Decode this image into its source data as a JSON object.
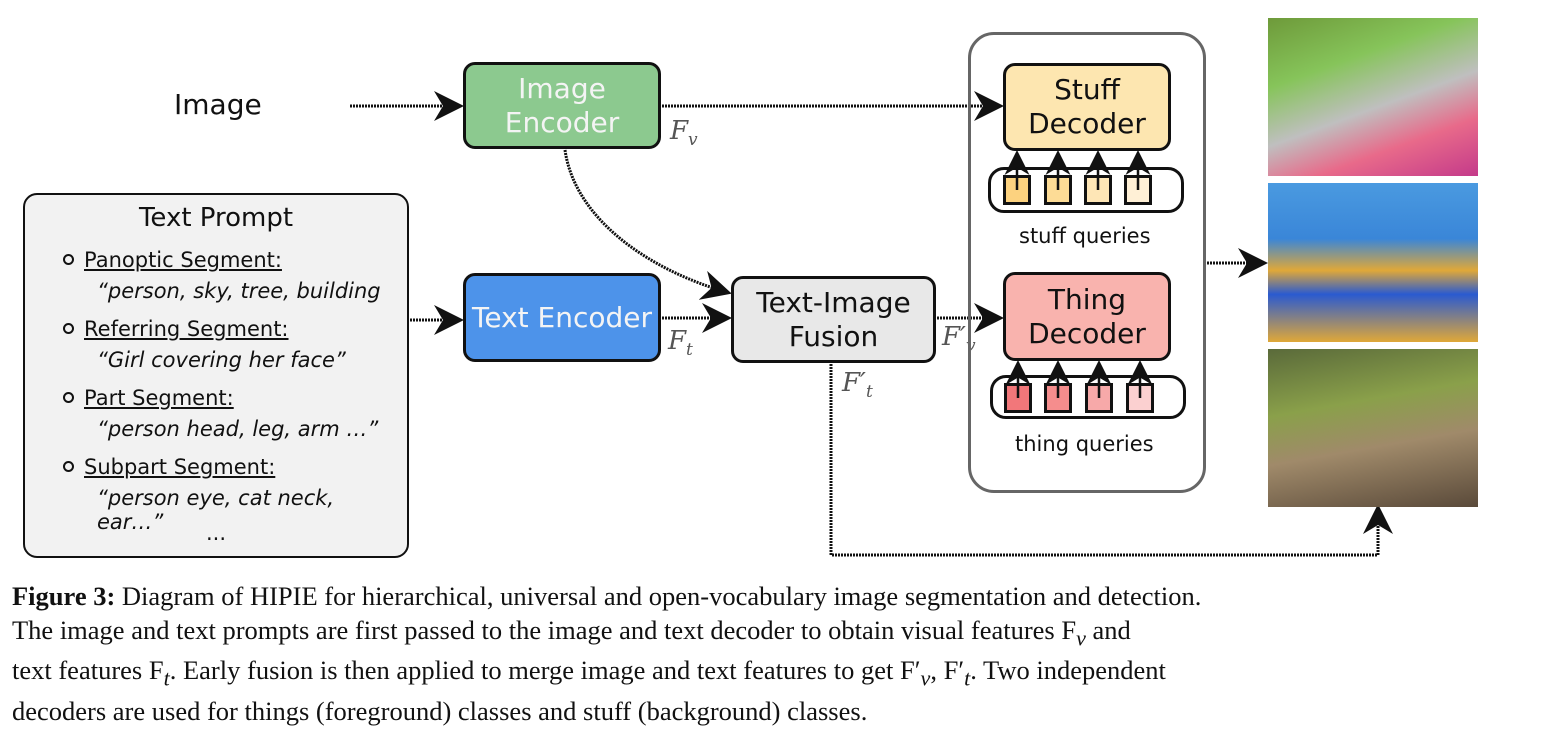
{
  "inputs": {
    "image_label": "Image"
  },
  "blocks": {
    "image_encoder": {
      "label": "Image Encoder",
      "color": "#8cc98f"
    },
    "text_encoder": {
      "label": "Text Encoder",
      "color": "#4d93ea"
    },
    "fusion": {
      "label": "Text-Image Fusion",
      "color": "#e8e8e8"
    },
    "stuff_decoder": {
      "label": "Stuff Decoder",
      "color": "#fde6b0"
    },
    "thing_decoder": {
      "label": "Thing Decoder",
      "color": "#f9b3ae"
    }
  },
  "symbols": {
    "fv": "F",
    "fv_sub": "v",
    "ft": "F",
    "ft_sub": "t",
    "fv_prime": "F′",
    "fv_prime_sub": "v",
    "ft_prime": "F′",
    "ft_prime_sub": "t"
  },
  "queries": {
    "stuff_label": "stuff queries",
    "thing_label": "thing queries",
    "stuff_colors": [
      "#fcd27f",
      "#fddc96",
      "#fee6b6",
      "#fff0d6"
    ],
    "thing_colors": [
      "#f2777a",
      "#f58d8d",
      "#f7a9a9",
      "#fbd0d0"
    ]
  },
  "text_prompt": {
    "title": "Text Prompt",
    "items": [
      {
        "heading": "Panoptic Segment:",
        "example": "“person, sky, tree, building"
      },
      {
        "heading": "Referring Segment:",
        "example": "“Girl covering her face”"
      },
      {
        "heading": "Part Segment:",
        "example": "“person head, leg, arm …”"
      },
      {
        "heading": "Subpart Segment:",
        "example": "“person eye, cat neck, ear…”"
      }
    ],
    "ellipsis": "..."
  },
  "caption": {
    "label": "Figure 3:",
    "lines": [
      " Diagram of HIPIE for hierarchical, universal and open-vocabulary image segmentation and detection.",
      "The image and text prompts are first passed to the image and text decoder to obtain visual features F",
      "text features F",
      "decoders are used for things (foreground) classes and stuff (background) classes."
    ],
    "l2_sub": "v",
    "l2_end": " and",
    "l3_sub": "t",
    "l3_mid": ". Early fusion is then applied to merge image and text features to get F′",
    "l3_sub2": "v",
    "l3_mid2": ", F′",
    "l3_sub3": "t",
    "l3_end": ". Two independent"
  }
}
